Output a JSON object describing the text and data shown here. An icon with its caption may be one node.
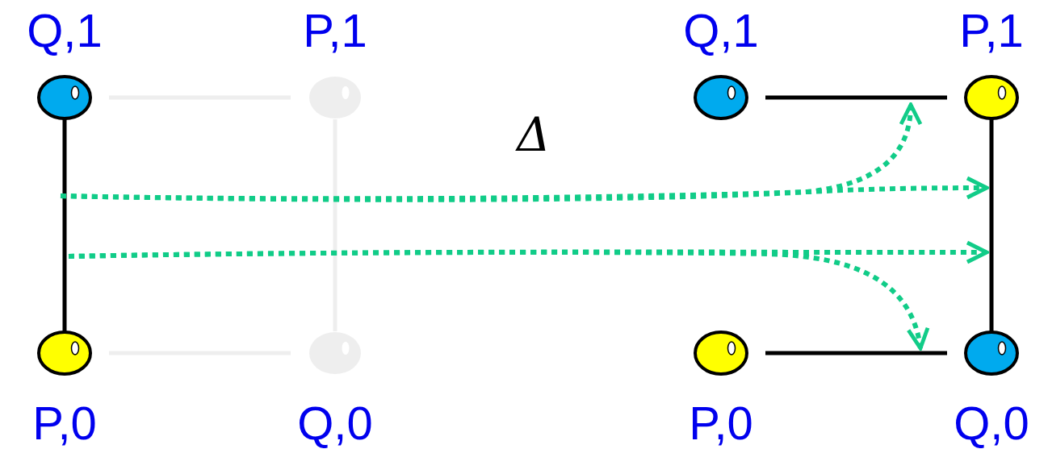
{
  "diagram": {
    "nodes": [
      {
        "text": [
          "Q,1"
        ]
      },
      {
        "text": [
          "P,1"
        ]
      },
      {
        "text": [
          "P,0"
        ]
      },
      {
        "text": [
          "Q,0"
        ]
      },
      {
        "text": [
          "Q,1"
        ]
      },
      {
        "text": [
          "P,1"
        ]
      },
      {
        "text": [
          "P,0"
        ]
      },
      {
        "text": [
          "Q,0"
        ]
      }
    ],
    "edges": [
      {
        "from": 0,
        "to": 1,
        "arrow": "none",
        "color": "#eeeeee"
      },
      {
        "from": 0,
        "to": 2,
        "arrow": "none"
      },
      {
        "from": 1,
        "to": 3,
        "arrow": "none",
        "color": "#eeeeee"
      },
      {
        "from": 2,
        "to": 3,
        "arrow": "none",
        "color": "#eeeeee"
      },
      {
        "from": 4,
        "to": 5,
        "arrow": "none"
      },
      {
        "from": 5,
        "to": 7,
        "arrow": "none"
      },
      {
        "from": 6,
        "to": 7,
        "arrow": "none"
      }
    ],
    "labels": [
      "Δ"
    ]
  }
}
